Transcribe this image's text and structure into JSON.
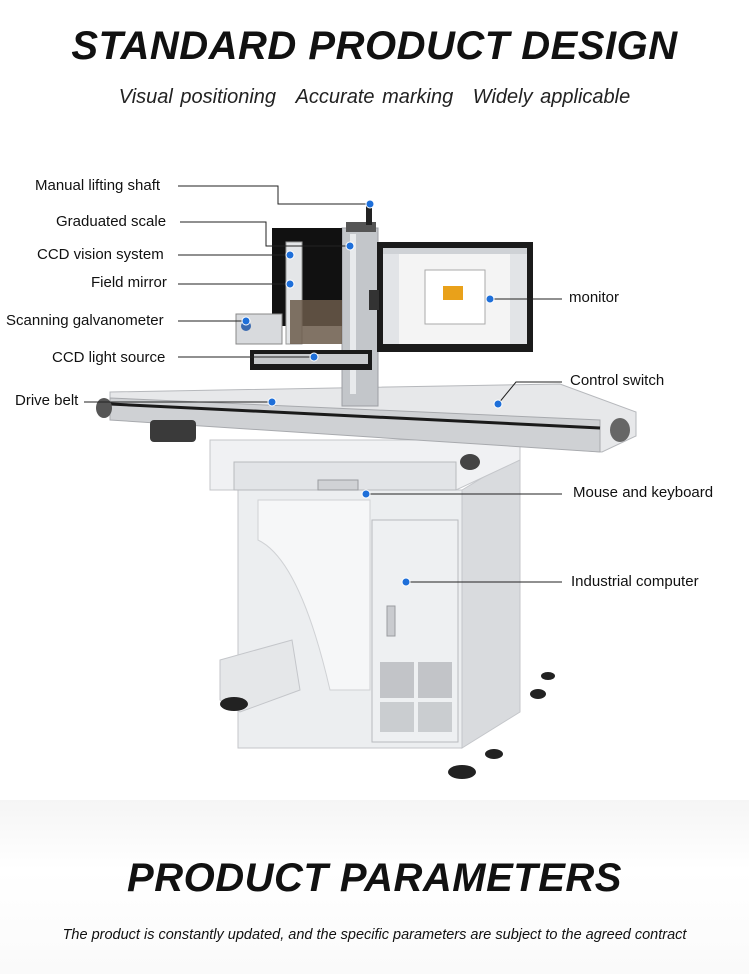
{
  "header": {
    "title": "STANDARD PRODUCT DESIGN",
    "subtitle": [
      "Visual positioning",
      "Accurate marking",
      "Widely applicable"
    ]
  },
  "callouts": {
    "manual_lifting_shaft": "Manual lifting shaft",
    "graduated_scale": "Graduated scale",
    "ccd_vision_system": "CCD vision system",
    "field_mirror": "Field mirror",
    "scanning_galvanometer": "Scanning galvanometer",
    "ccd_light_source": "CCD light source",
    "drive_belt": "Drive belt",
    "monitor": "monitor",
    "control_switch": "Control switch",
    "mouse_and_keyboard": "Mouse and keyboard",
    "industrial_computer": "Industrial computer"
  },
  "footer": {
    "title": "PRODUCT PARAMETERS",
    "note": "The product is constantly updated, and the specific parameters are subject to the agreed contract"
  },
  "colors": {
    "dot": "#1e6fd9",
    "machine_body": "#e9eaec",
    "frame": "#c9cbcf",
    "dark": "#1a1a1a"
  }
}
